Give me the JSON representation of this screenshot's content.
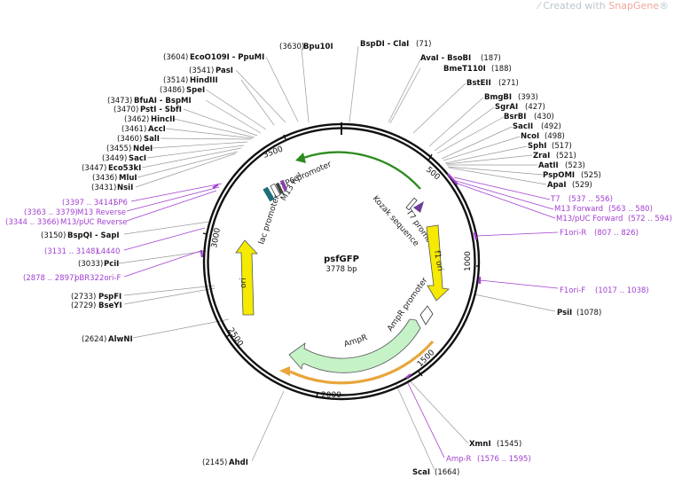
{
  "watermark": {
    "prefix": "Created with ",
    "brand": "SnapGene",
    "reg": "®"
  },
  "plasmid": {
    "name": "psfGFP",
    "size": "3778 bp",
    "length": 3778
  },
  "ticks": [
    {
      "pos": 500,
      "label": "500"
    },
    {
      "pos": 1000,
      "label": "1000"
    },
    {
      "pos": 1500,
      "label": "1500"
    },
    {
      "pos": 2000,
      "label": "2000"
    },
    {
      "pos": 2500,
      "label": "2500"
    },
    {
      "pos": 3000,
      "label": "3000"
    },
    {
      "pos": 3500,
      "label": "3500"
    }
  ],
  "features": [
    {
      "id": "sp6-promoter",
      "label": "SP6 promoter",
      "color": "#2e8b1f"
    },
    {
      "id": "m13-rev",
      "label": "M13 rev"
    },
    {
      "id": "lac-promoter",
      "label": "lac promoter"
    },
    {
      "id": "t7-promoter",
      "label": "T7 promoter"
    },
    {
      "id": "kozak",
      "label": "Kozak sequence"
    },
    {
      "id": "f1-ori",
      "label": "f1 ori",
      "color": "#f5ea00"
    },
    {
      "id": "ampr-promoter",
      "label": "AmpR promoter"
    },
    {
      "id": "ampr",
      "label": "AmpR",
      "color": "#c6f2c8"
    },
    {
      "id": "ori",
      "label": "ori",
      "color": "#f5ea00"
    },
    {
      "id": "orange-arc",
      "color": "#e8a53a"
    }
  ],
  "sites": [
    {
      "name": "Bpu10I",
      "pos": "(3630)"
    },
    {
      "name": "BspDI - ClaI",
      "pos": "(71)"
    },
    {
      "name": "AvaI - BsoBI",
      "pos": "(187)"
    },
    {
      "name": "BmeT110I",
      "pos": "(188)"
    },
    {
      "name": "BstEII",
      "pos": "(271)"
    },
    {
      "name": "BmgBI",
      "pos": "(393)"
    },
    {
      "name": "SgrAI",
      "pos": "(427)"
    },
    {
      "name": "BsrBI",
      "pos": "(430)"
    },
    {
      "name": "SacII",
      "pos": "(492)"
    },
    {
      "name": "NcoI",
      "pos": "(498)"
    },
    {
      "name": "SphI",
      "pos": "(517)"
    },
    {
      "name": "ZraI",
      "pos": "(521)"
    },
    {
      "name": "AatII",
      "pos": "(523)"
    },
    {
      "name": "PspOMI",
      "pos": "(525)"
    },
    {
      "name": "ApaI",
      "pos": "(529)"
    },
    {
      "name": "T7",
      "pos": "(537 .. 556)"
    },
    {
      "name": "M13 Forward",
      "pos": "(563 .. 580)"
    },
    {
      "name": "M13/pUC Forward",
      "pos": "(572 .. 594)"
    },
    {
      "name": "F1ori-R",
      "pos": "(807 .. 826)"
    },
    {
      "name": "F1ori-F",
      "pos": "(1017 .. 1038)"
    },
    {
      "name": "PsiI",
      "pos": "(1078)"
    },
    {
      "name": "XmnI",
      "pos": "(1545)"
    },
    {
      "name": "Amp-R",
      "pos": "(1576 .. 1595)"
    },
    {
      "name": "ScaI",
      "pos": "(1664)"
    },
    {
      "name": "AhdI",
      "pos": "(2145)"
    },
    {
      "name": "AlwNI",
      "pos": "(2624)"
    },
    {
      "name": "BseYI",
      "pos": "(2729)"
    },
    {
      "name": "PspFI",
      "pos": "(2733)"
    },
    {
      "name": "pBR322ori-F",
      "pos": "(2878 .. 2897)"
    },
    {
      "name": "PciI",
      "pos": "(3033)"
    },
    {
      "name": "L4440",
      "pos": "(3131 .. 3148)"
    },
    {
      "name": "BspQI - SapI",
      "pos": "(3150)"
    },
    {
      "name": "M13/pUC Reverse",
      "pos": "(3344 .. 3366)"
    },
    {
      "name": "M13 Reverse",
      "pos": "(3363 .. 3379)"
    },
    {
      "name": "SP6",
      "pos": "(3397 .. 3414)"
    },
    {
      "name": "NsiI",
      "pos": "(3431)"
    },
    {
      "name": "MluI",
      "pos": "(3436)"
    },
    {
      "name": "Eco53kI",
      "pos": "(3447)"
    },
    {
      "name": "SacI",
      "pos": "(3449)"
    },
    {
      "name": "NdeI",
      "pos": "(3455)"
    },
    {
      "name": "SalI",
      "pos": "(3460)"
    },
    {
      "name": "AccI",
      "pos": "(3461)"
    },
    {
      "name": "HincII",
      "pos": "(3462)"
    },
    {
      "name": "PstI - SbfI",
      "pos": "(3470)"
    },
    {
      "name": "BfuAI - BspMI",
      "pos": "(3473)"
    },
    {
      "name": "SpeI",
      "pos": "(3486)"
    },
    {
      "name": "HindIII",
      "pos": "(3514)"
    },
    {
      "name": "PasI",
      "pos": "(3541)"
    },
    {
      "name": "EcoO109I - PpuMI",
      "pos": "(3604)"
    }
  ]
}
